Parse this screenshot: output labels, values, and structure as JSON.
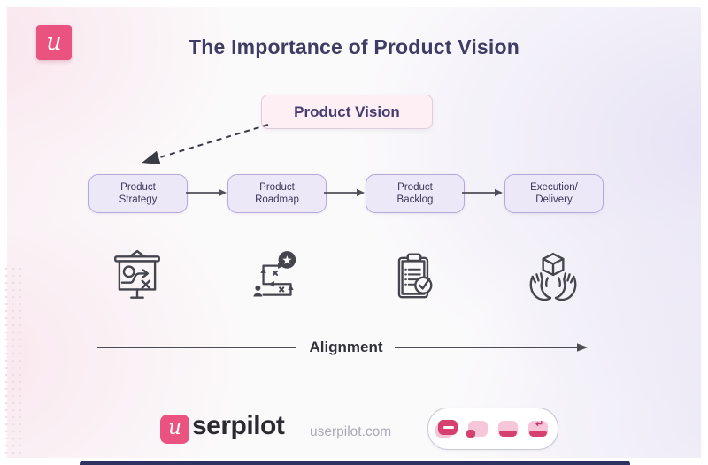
{
  "page": {
    "title": "The Importance of Product Vision"
  },
  "header_logo": {
    "letter": "u"
  },
  "vision": {
    "label": "Product Vision"
  },
  "flow": {
    "steps": [
      {
        "line1": "Product",
        "line2": "Strategy",
        "icon": "strategy-board-icon"
      },
      {
        "line1": "Product",
        "line2": "Roadmap",
        "icon": "roadmap-path-icon"
      },
      {
        "line1": "Product",
        "line2": "Backlog",
        "icon": "backlog-clipboard-icon"
      },
      {
        "line1": "Execution/",
        "line2": "Delivery",
        "icon": "delivery-hands-icon"
      }
    ]
  },
  "alignment": {
    "label": "Alignment"
  },
  "footer": {
    "logo_letter": "u",
    "logo_rest": "serpilot",
    "website": "userpilot.com",
    "enter_glyph": "↵"
  },
  "colors": {
    "brand_pink": "#EA5380",
    "title_purple": "#3E3B64",
    "step_fill": "#ECE8F8",
    "step_border": "#B5A9D8",
    "vision_fill": "#FDEFF4",
    "vision_border": "#DECEDD",
    "line_dark": "#45454E",
    "navy_bar": "#2D3263",
    "pill_dark_pink": "#D6406F",
    "pill_light_pink": "#F7C6D8",
    "website_gray": "#AAAAB4"
  }
}
